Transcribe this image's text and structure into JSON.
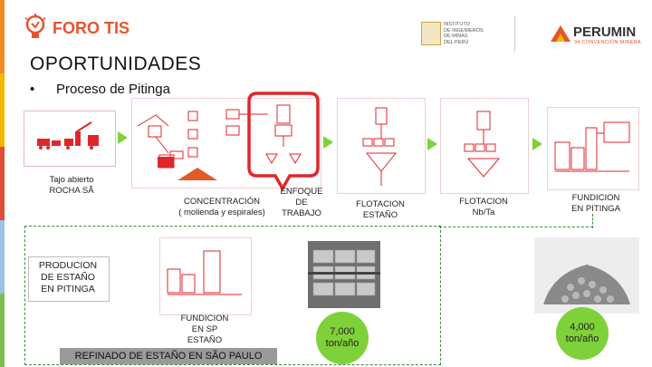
{
  "header": {
    "brand": "FORO TIS",
    "institute_lines": [
      "INSTITUTO",
      "DE INGENIEROS",
      "DE MINAS",
      "DEL PERÚ"
    ],
    "perumin_name": "PERUMIN",
    "perumin_sub": "34 CONVENCIÓN MINERA"
  },
  "slide": {
    "title": "OPORTUNIDADES",
    "bullet": "Proceso de Pitinga"
  },
  "steps": {
    "tajo": "Tajo abierto\nROCHA SÃ",
    "concentracion": "CONCENTRACIÓN\n( molienda y espirales)",
    "enfoque": "ENFOQUE\nDE\nTRABAJO",
    "flotacion_estano": "FLOTACION\nESTAÑO",
    "flotacion_nbta": "FLOTACION\nNb/Ta",
    "fundicion_pitinga": "FUNDICION\nEN PITINGA",
    "produccion": "PRODUCION\nDE ESTAÑO\nEN PITINGA",
    "fundicion_sp": "FUNDICION\nEN SP\nESTAÑO",
    "refinado": "REFINADO DE ESTAÑO EN SÃO PAULO"
  },
  "values": {
    "left": "7,000\nton/año",
    "right": "4,000\nton/año"
  },
  "colors": {
    "brand": "#e8532b",
    "arrow": "#7fd13a",
    "highlight": "#e0262b",
    "dashed": "#3c8a3c"
  }
}
